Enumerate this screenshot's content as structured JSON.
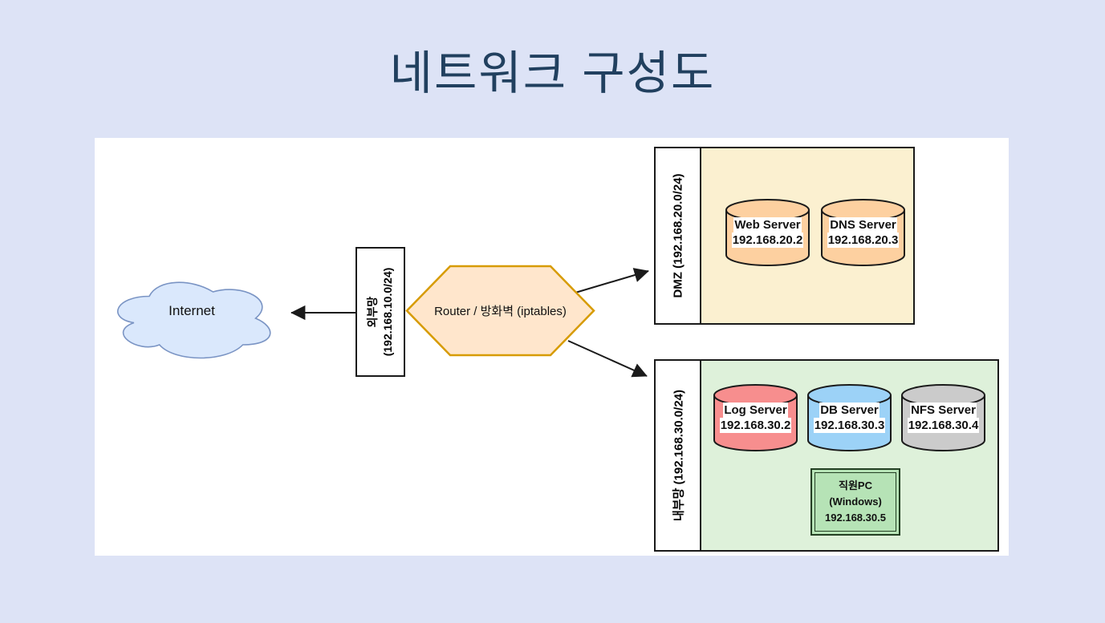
{
  "title": "네트워크 구성도",
  "colors": {
    "background": "#dde3f6",
    "canvas": "#ffffff",
    "title_text": "#21405f",
    "cloud_fill": "#dae8fc",
    "cloud_stroke": "#7a94c4",
    "hexagon_fill": "#ffe6cc",
    "hexagon_stroke": "#d79b00",
    "dmz_zone_fill": "#fbf0d0",
    "dmz_cylinder_fill": "#fdd0a0",
    "internal_zone_fill": "#def1da",
    "log_server_fill": "#f78e8e",
    "db_server_fill": "#9cd2f7",
    "nfs_server_fill": "#cbcbcb",
    "employee_pc_fill": "#b6e3b6",
    "line_color": "#1a1a1a"
  },
  "internet": {
    "label": "Internet"
  },
  "external_network": {
    "line1": "외부망",
    "line2": "(192.168.10.0/24)"
  },
  "router": {
    "label": "Router / 방화벽 (iptables)"
  },
  "dmz": {
    "label": "DMZ (192.168.20.0/24)",
    "servers": [
      {
        "name": "Web Server",
        "ip": "192.168.20.2"
      },
      {
        "name": "DNS Server",
        "ip": "192.168.20.3"
      }
    ]
  },
  "internal": {
    "label": "내부망 (192.168.30.0/24)",
    "servers": [
      {
        "name": "Log Server",
        "ip": "192.168.30.2"
      },
      {
        "name": "DB Server",
        "ip": "192.168.30.3"
      },
      {
        "name": "NFS Server",
        "ip": "192.168.30.4"
      }
    ],
    "pc": {
      "line1": "직원PC",
      "line2": "(Windows)",
      "line3": "192.168.30.5"
    }
  }
}
